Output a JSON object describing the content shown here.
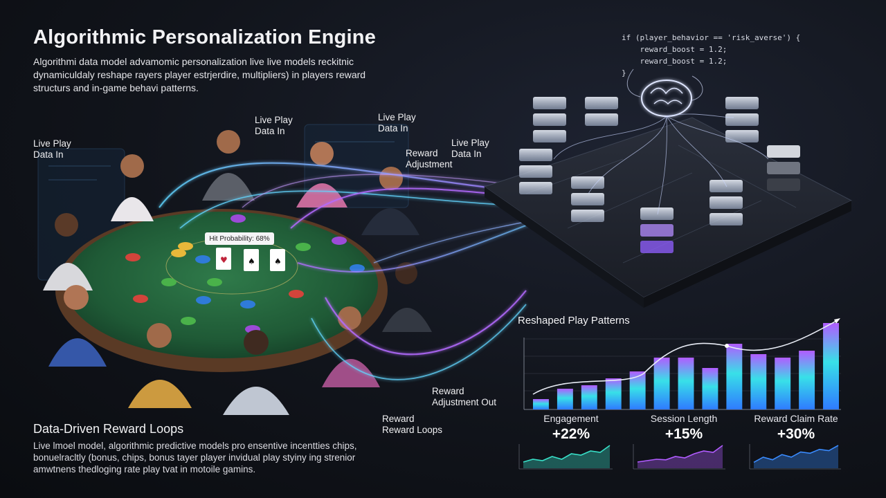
{
  "header": {
    "title": "Algorithmic Personalization Engine",
    "intro": "Algorithmi data model advamomic personalization live live models reckitnic dynamiculdaly reshape rayers player estrjerdire, multipliers) in players reward structurs and in-game behavi patterns."
  },
  "code": {
    "line1": "if (player_behavior == 'risk_averse') {",
    "line2": "    reward_boost = 1.2;",
    "line3": "    reward_boost = 1.2;",
    "line4": "}"
  },
  "flow_labels": {
    "live_play_1": [
      "Live Play",
      "Data In"
    ],
    "live_play_2": [
      "Live Play",
      "Data In"
    ],
    "live_play_3": [
      "Live Play",
      "Data In"
    ],
    "live_play_4": [
      "Live Play",
      "Data In"
    ],
    "reward_adjustment": [
      "Reward",
      "Adjustment"
    ],
    "reward_adjustment_out": [
      "Reward",
      "Adjustment Out"
    ],
    "reward_loops": [
      "Reward",
      "Reward Loops"
    ]
  },
  "table_overlay": {
    "hit_probability": "Hit Probability: 68%"
  },
  "bottom": {
    "title": "Data-Driven Reward Loops",
    "text": "Live lmoel model, algorithmic predictive models pro ensentive incentties chips, bonuelracltly (bonus, chips, bonus tayer player invidual play styiny ing strenior amwtnens thedloging rate play tvat in motoile gamins."
  },
  "chart_data": {
    "type": "bar",
    "title": "Reshaped Play Patterns",
    "values": [
      3,
      6,
      7,
      9,
      11,
      15,
      15,
      12,
      19,
      16,
      15,
      17,
      25
    ],
    "ylim": [
      0,
      26
    ],
    "grid": true,
    "colors": {
      "start": "#2f7bff",
      "mid": "#38e0e8",
      "end": "#b15cff"
    }
  },
  "metrics": [
    {
      "name": "Engagement",
      "value": "+22%"
    },
    {
      "name": "Session Length",
      "value": "+15%"
    },
    {
      "name": "Reward Claim Rate",
      "value": "+30%"
    }
  ],
  "sparklines": [
    {
      "values": [
        2,
        3,
        2.5,
        4,
        3,
        5,
        4.5,
        6,
        5.5,
        8
      ],
      "color": "#38e0c8"
    },
    {
      "values": [
        2,
        2.5,
        3,
        2.8,
        4,
        3.5,
        5,
        6,
        5.5,
        8
      ],
      "color": "#b15cff"
    },
    {
      "values": [
        2,
        4,
        3,
        5,
        4,
        6,
        5.5,
        7,
        6.5,
        8.5
      ],
      "color": "#3a8bff"
    }
  ],
  "icons": {
    "brain": "brain-icon",
    "chip": "poker-chip-icon",
    "card": "playing-card-icon",
    "server": "data-block-icon"
  }
}
